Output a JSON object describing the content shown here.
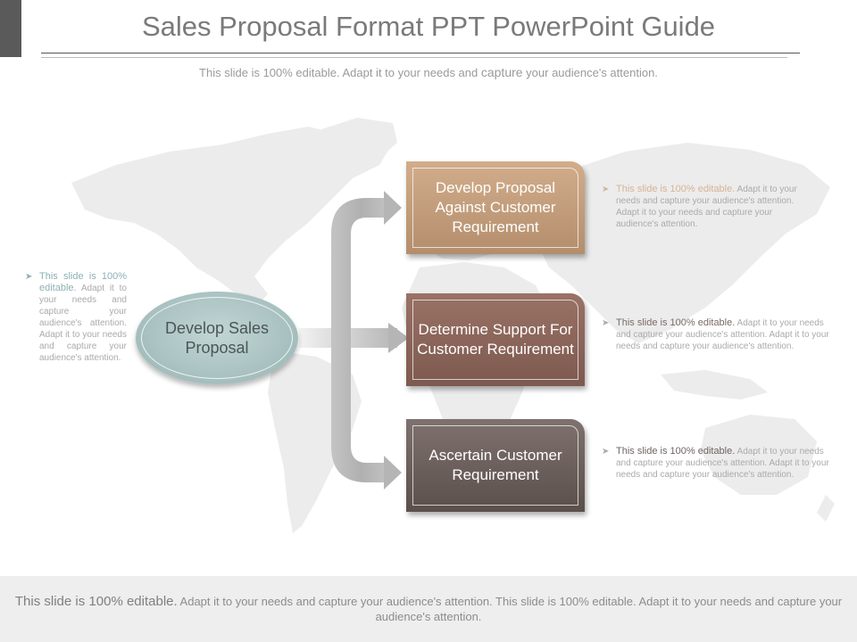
{
  "header": {
    "title": "Sales Proposal Format PPT PowerPoint Guide",
    "subtitle_a": "This slide is 100% editable. Adapt it to your needs and ",
    "subtitle_b": "capture",
    "subtitle_c": " your audience's attention."
  },
  "diagram": {
    "source_label": "Develop Sales Proposal",
    "steps": [
      {
        "label": "Develop Proposal Against Customer Requirement",
        "color": "#c49d7b"
      },
      {
        "label": "Determine Support For Customer Requirement",
        "color": "#8a6459"
      },
      {
        "label": "Ascertain Customer Requirement",
        "color": "#6b5e5b"
      }
    ],
    "oval_color": "#a9c2c1"
  },
  "notes": [
    {
      "lead": "This slide is 100% editable.",
      "body": " Adapt it to your needs and capture your audience's attention. Adapt it to your needs and capture your audience's attention."
    },
    {
      "lead": "This slide is 100% editable.",
      "body": " Adapt it to your needs and capture your audience's attention. Adapt it to your needs and capture your audience's attention."
    },
    {
      "lead": "This slide is 100% editable.",
      "body": " Adapt it to your needs and capture your audience's attention. Adapt it to your needs and capture your audience's attention."
    },
    {
      "lead": "This slide is 100% editable.",
      "body": " Adapt it to your needs and capture your audience's attention. Adapt it to your needs and capture your audience's attention."
    }
  ],
  "footer": {
    "lead": "This slide is 100% editable.",
    "body": " Adapt it to your needs and capture your audience's attention. This slide is 100% editable. Adapt it to your needs and capture your audience's attention."
  }
}
